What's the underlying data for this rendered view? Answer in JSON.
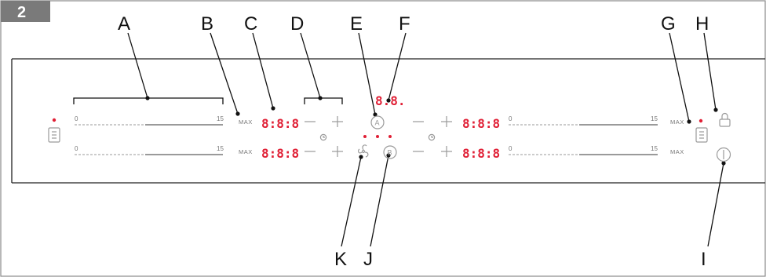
{
  "figure_number": "2",
  "callouts": [
    "A",
    "B",
    "C",
    "D",
    "E",
    "F",
    "G",
    "H",
    "I",
    "J",
    "K"
  ],
  "scale": {
    "min": "0",
    "max": "15"
  },
  "max_label": "MAX",
  "display": "8:8:8",
  "small_display": "8.8.",
  "prog_a": "A",
  "prog_b": "B",
  "colors": {
    "led": "#e01f35",
    "badge": "#7a7a7a",
    "line": "#9a9a9a"
  },
  "icons": [
    "menu-icon",
    "timer-icon",
    "fan-icon",
    "lock-icon",
    "power-icon",
    "minus-icon",
    "plus-icon"
  ]
}
